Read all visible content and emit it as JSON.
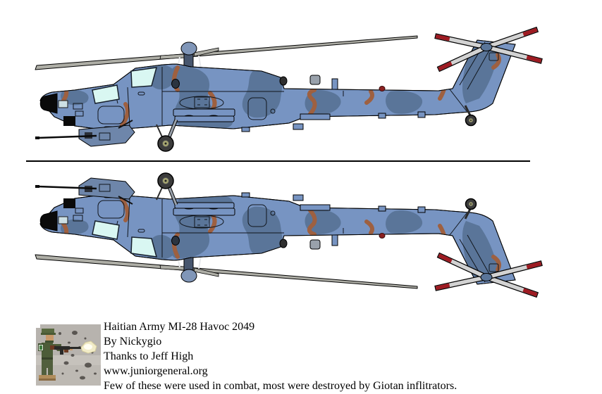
{
  "credits": {
    "title": "Haitian Army MI-28 Havoc 2049",
    "byline": "By Nickygio",
    "thanks": "Thanks to Jeff High",
    "website": "www.juniorgeneral.org",
    "note": "Few of these were used in combat, most were destroyed by Giotan inflitrators."
  },
  "icons": {
    "logo": "soldier-firing-rifle-logo",
    "figure_top": "mi28-helicopter-side-view",
    "figure_bottom": "mi28-helicopter-side-view-flipped"
  },
  "colors": {
    "page-bg": "#ffffff",
    "text": "#000000",
    "outline": "#000000",
    "camo-base": "#7794c2",
    "camo-dark": "#5a7599",
    "camo-brown": "#9e6040",
    "canopy-glass": "#d9f7f2",
    "main-rotor-gray": "#aeaea6",
    "tail-rotor-gray": "#d2d2d2",
    "rotor-tip-red": "#9e1b22",
    "hub-blue": "#8096b8",
    "wheel-dark": "#3b3b3b",
    "wheel-hub": "#a6a671",
    "metal-gray": "#99a1ab",
    "gun-mount": "#6e86aa"
  }
}
